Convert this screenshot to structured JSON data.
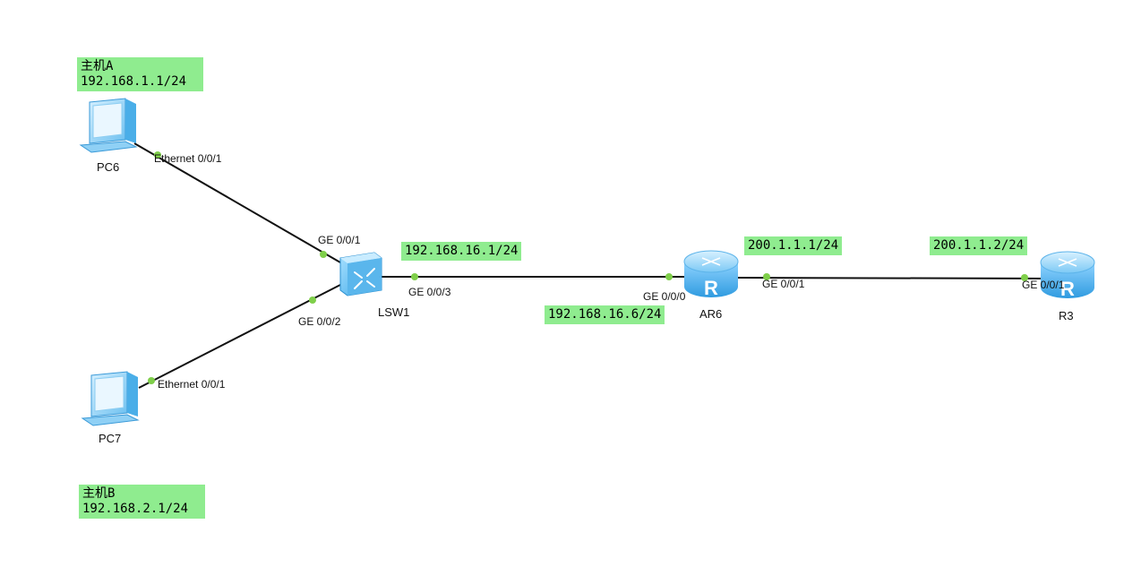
{
  "colors": {
    "link": "#111111",
    "port_dot": "#7fcf4a",
    "note_bg": "#8fec8f",
    "device": "#5bb7ef"
  },
  "devices": {
    "pc6": {
      "name": "PC6",
      "icon": "pc-icon"
    },
    "pc7": {
      "name": "PC7",
      "icon": "pc-icon"
    },
    "lsw1": {
      "name": "LSW1",
      "icon": "switch-icon"
    },
    "ar6": {
      "name": "AR6",
      "icon": "router-icon"
    },
    "r3": {
      "name": "R3",
      "icon": "router-icon"
    }
  },
  "ports": {
    "pc6_eth": "Ethernet 0/0/1",
    "pc7_eth": "Ethernet 0/0/1",
    "lsw1_g1": "GE 0/0/1",
    "lsw1_g2": "GE 0/0/2",
    "lsw1_g3": "GE 0/0/3",
    "ar6_g0": "GE 0/0/0",
    "ar6_g1": "GE 0/0/1",
    "r3_g1": "GE 0/0/1"
  },
  "notes": {
    "host_a": {
      "title": "主机A",
      "ip": "192.168.1.1/24"
    },
    "host_b": {
      "title": "主机B",
      "ip": "192.168.2.1/24"
    },
    "lsw1_ip": "192.168.16.1/24",
    "ar6_g0_ip": "192.168.16.6/24",
    "ar6_g1_ip": "200.1.1.1/24",
    "r3_ip": "200.1.1.2/24"
  }
}
